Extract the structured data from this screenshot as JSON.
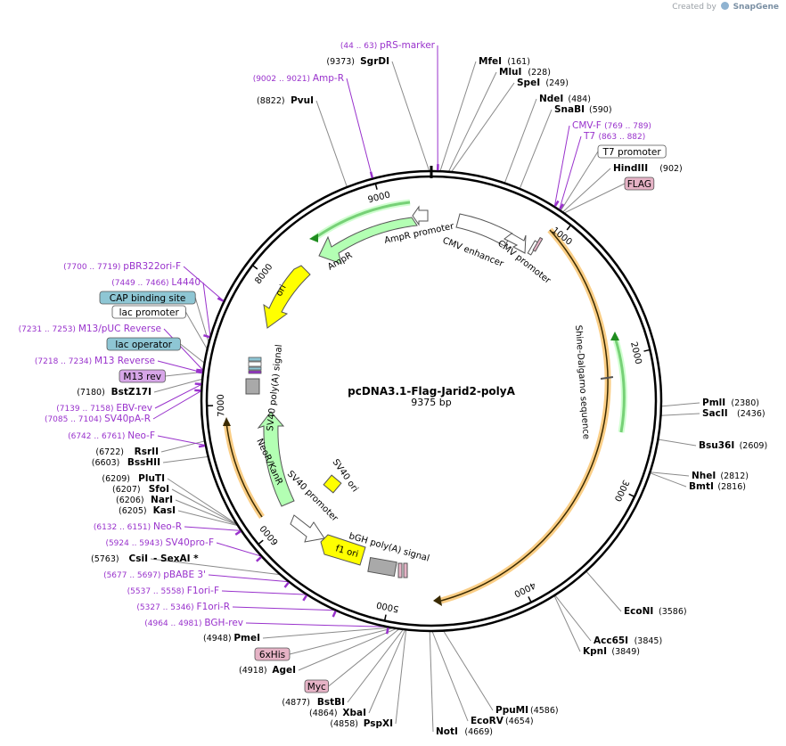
{
  "credit": {
    "prefix": "Created by",
    "brand": "SnapGene"
  },
  "map": {
    "name": "pcDNA3.1-Flag-Jarid2-polyA",
    "length_label": "9375 bp",
    "total_bp": 9375,
    "ticks": [
      "1000",
      "2000",
      "3000",
      "4000",
      "5000",
      "6000",
      "7000",
      "8000",
      "9000"
    ]
  },
  "colors": {
    "backbone": "#000000",
    "enzyme_line": "#8a8a8a",
    "primer": "#9932CC",
    "orange_feature": "#F5A623",
    "green_feature": "#1E8C1E",
    "ori": "#FFFF00",
    "marker": "#B3FFB3",
    "promoter": "#FFFFFF",
    "polyA": "#A9A9A9",
    "tag_fill": "#E6B3C6",
    "cap_fill": "#8EC6D4"
  },
  "enzymes_left": [
    {
      "name": "SgrDI",
      "pos": "(9373)"
    },
    {
      "name": "PvuI",
      "pos": "(8822)"
    },
    {
      "name": "BstZ17I",
      "pos": "(7180)"
    },
    {
      "name": "RsrII",
      "pos": "(6722)"
    },
    {
      "name": "BssHII",
      "pos": "(6603)"
    },
    {
      "name": "PluTI",
      "pos": "(6209)"
    },
    {
      "name": "SfoI",
      "pos": "(6207)"
    },
    {
      "name": "NarI",
      "pos": "(6206)"
    },
    {
      "name": "KasI",
      "pos": "(6205)"
    },
    {
      "name": "CsiI",
      "pos": "(5763)"
    },
    {
      "name": "SexAI *",
      "pos": ""
    },
    {
      "name": "PmeI",
      "pos": "(4948)"
    },
    {
      "name": "AgeI",
      "pos": "(4918)"
    },
    {
      "name": "BstBI",
      "pos": "(4877)"
    },
    {
      "name": "XbaI",
      "pos": "(4864)"
    },
    {
      "name": "PspXI",
      "pos": "(4858)"
    }
  ],
  "enzymes_right": [
    {
      "name": "MfeI",
      "pos": "(161)"
    },
    {
      "name": "MluI",
      "pos": "(228)"
    },
    {
      "name": "SpeI",
      "pos": "(249)"
    },
    {
      "name": "NdeI",
      "pos": "(484)"
    },
    {
      "name": "SnaBI",
      "pos": "(590)"
    },
    {
      "name": "HindIII",
      "pos": "(902)"
    },
    {
      "name": "PmlI",
      "pos": "(2380)"
    },
    {
      "name": "SacII",
      "pos": "(2436)"
    },
    {
      "name": "Bsu36I",
      "pos": "(2609)"
    },
    {
      "name": "NheI",
      "pos": "(2812)"
    },
    {
      "name": "BmtI",
      "pos": "(2816)"
    },
    {
      "name": "EcoNI",
      "pos": "(3586)"
    },
    {
      "name": "Acc65I",
      "pos": "(3845)"
    },
    {
      "name": "KpnI",
      "pos": "(3849)"
    },
    {
      "name": "PpuMI",
      "pos": "(4586)"
    },
    {
      "name": "EcoRV",
      "pos": "(4654)"
    },
    {
      "name": "NotI",
      "pos": "(4669)"
    }
  ],
  "primers": [
    {
      "name": "pRS-marker",
      "pos": "(44 .. 63)"
    },
    {
      "name": "Amp-R",
      "pos": "(9002 .. 9021)"
    },
    {
      "name": "CMV-F",
      "pos": "(769 .. 789)"
    },
    {
      "name": "T7",
      "pos": "(863 .. 882)"
    },
    {
      "name": "pBR322ori-F",
      "pos": "(7700 .. 7719)"
    },
    {
      "name": "L4440",
      "pos": "(7449 .. 7466)"
    },
    {
      "name": "M13/pUC Reverse",
      "pos": "(7231 .. 7253)"
    },
    {
      "name": "M13 Reverse",
      "pos": "(7218 .. 7234)"
    },
    {
      "name": "EBV-rev",
      "pos": "(7139 .. 7158)"
    },
    {
      "name": "SV40pA-R",
      "pos": "(7085 .. 7104)"
    },
    {
      "name": "Neo-F",
      "pos": "(6742 .. 6761)"
    },
    {
      "name": "Neo-R",
      "pos": "(6132 .. 6151)"
    },
    {
      "name": "SV40pro-F",
      "pos": "(5924 .. 5943)"
    },
    {
      "name": "pBABE 3'",
      "pos": "(5677 .. 5697)"
    },
    {
      "name": "F1ori-F",
      "pos": "(5537 .. 5558)"
    },
    {
      "name": "F1ori-R",
      "pos": "(5327 .. 5346)"
    },
    {
      "name": "BGH-rev",
      "pos": "(4964 .. 4981)"
    }
  ],
  "boxed_labels": [
    {
      "name": "T7 promoter",
      "style": "promoter"
    },
    {
      "name": "FLAG",
      "style": "tag"
    },
    {
      "name": "CAP binding site",
      "style": "cap"
    },
    {
      "name": "lac promoter",
      "style": "promoter"
    },
    {
      "name": "lac operator",
      "style": "cap"
    },
    {
      "name": "M13 rev",
      "style": "m13"
    },
    {
      "name": "6xHis",
      "style": "tag"
    },
    {
      "name": "Myc",
      "style": "tag"
    }
  ],
  "features": [
    {
      "name": "AmpR promoter"
    },
    {
      "name": "AmpR"
    },
    {
      "name": "CMV enhancer"
    },
    {
      "name": "CMV promoter"
    },
    {
      "name": "ori"
    },
    {
      "name": "SV40 poly(A) signal"
    },
    {
      "name": "NeoR/KanR"
    },
    {
      "name": "SV40 promoter"
    },
    {
      "name": "SV40 ori"
    },
    {
      "name": "bGH poly(A) signal"
    },
    {
      "name": "f1 ori"
    },
    {
      "name": "Shine-Dalgarno sequence"
    }
  ]
}
